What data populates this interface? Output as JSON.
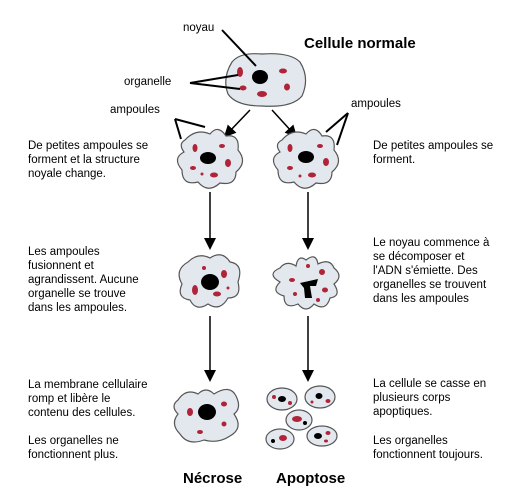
{
  "title": "Cellule normale",
  "labels": {
    "noyau": "noyau",
    "organelle": "organelle",
    "ampoules_left": "ampoules",
    "ampoules_right": "ampoules"
  },
  "left_column": {
    "step1": [
      "De petites ampoules se",
      "forment et la structure",
      "noyale change."
    ],
    "step2": [
      "Les ampoules",
      "fusionnent et",
      "agrandissent. Aucune",
      "organelle se trouve",
      "dans les ampoules."
    ],
    "step3a": [
      "La membrane cellulaire",
      "romp et libère le",
      "contenu des cellules."
    ],
    "step3b": [
      "Les organelles ne",
      "fonctionnent plus."
    ],
    "bottom_label": "Nécrose"
  },
  "right_column": {
    "step1": [
      "De petites ampoules se",
      "forment."
    ],
    "step2": [
      "Le noyau commence à",
      "se décomposer et",
      "l'ADN s'émiette. Des",
      "organelles se trouvent",
      "dans les ampoules"
    ],
    "step3a": [
      "La cellule se casse en",
      "plusieurs corps",
      "apoptiques."
    ],
    "step3b": [
      "Les organelles",
      "fonctionnent toujours."
    ],
    "bottom_label": "Apoptose"
  },
  "colors": {
    "cell_fill": "#e3e8ee",
    "cell_stroke": "#555555",
    "organelle": "#b0243a",
    "nucleus": "#000000"
  }
}
